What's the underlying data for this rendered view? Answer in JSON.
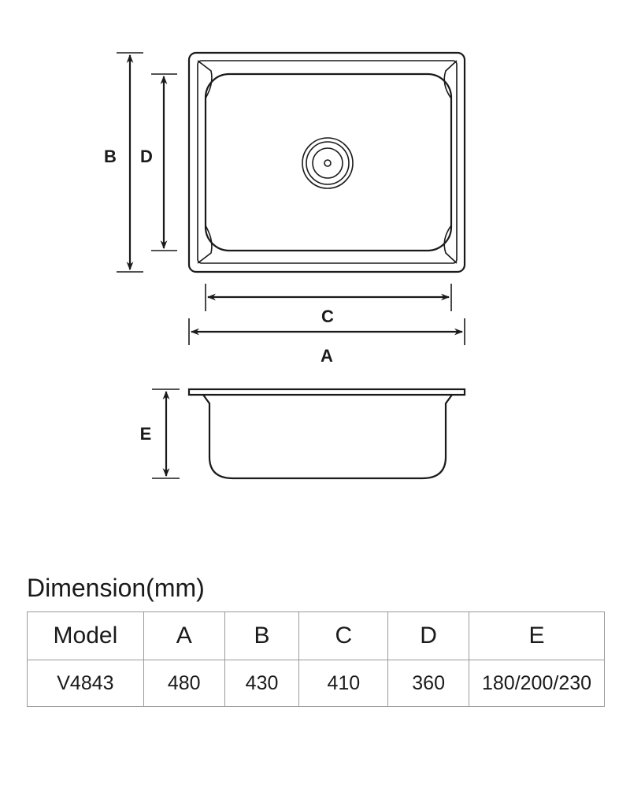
{
  "diagram": {
    "labels": {
      "a": "A",
      "b": "B",
      "c": "C",
      "d": "D",
      "e": "E"
    }
  },
  "spec": {
    "title": "Dimension(mm)",
    "headers": [
      "Model",
      "A",
      "B",
      "C",
      "D",
      "E"
    ],
    "rows": [
      [
        "V4843",
        "480",
        "430",
        "410",
        "360",
        "180/200/230"
      ]
    ]
  }
}
